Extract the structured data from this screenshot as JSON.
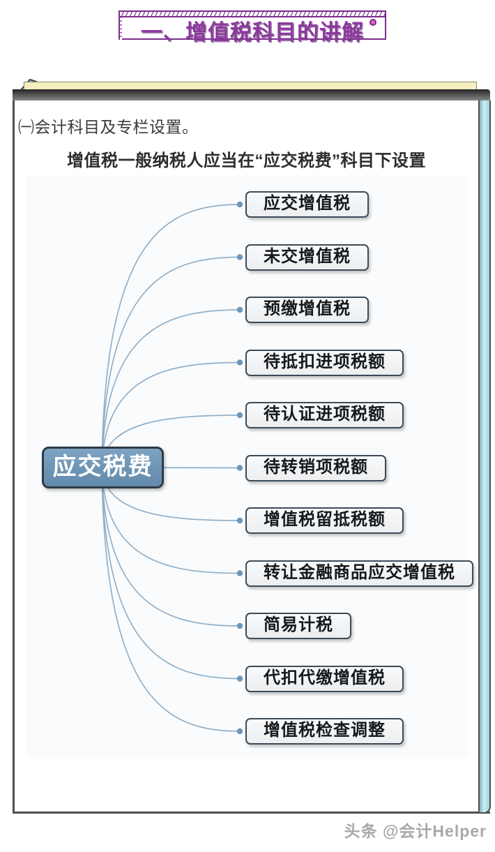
{
  "title": {
    "text": "一、增值税科目的讲解"
  },
  "page": {
    "heading1": "㈠会计科目及专栏设置。",
    "heading2": "增值税一般纳税人应当在“应交税费”科目下设置"
  },
  "mindmap": {
    "root_label": "应交税费",
    "branches": [
      "应交增值税",
      "未交增值税",
      "预缴增值税",
      "待抵扣进项税额",
      "待认证进项税额",
      "待转销项税额",
      "增值税留抵税额",
      "转让金融商品应交增值税",
      "简易计税",
      "代扣代缴增值税",
      "增值税检查调整"
    ]
  },
  "colors": {
    "purple_dark": "#7b2d8b",
    "purple_mid": "#9a55a8",
    "purple_text": "#8b3a9c",
    "node_border": "#3c4a57",
    "root_fill": "#6e94b5",
    "link_line": "#8fb0ca",
    "link_dot": "#6e96ba",
    "page_top_cream": "#f4efbf",
    "page_edge_cyan": "#aadbe3"
  },
  "watermark": "头条 @会计Helper"
}
